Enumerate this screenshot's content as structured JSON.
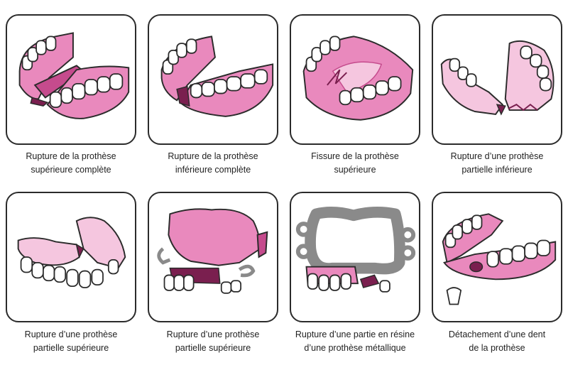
{
  "colors": {
    "gum": "#e989bd",
    "gum_light": "#f5c6df",
    "gum_dark": "#c54b8d",
    "crack": "#7a1f4f",
    "metal": "#8a8a8a",
    "tooth": "#ffffff",
    "outline": "#2b2b2b"
  },
  "panels": [
    {
      "icon": "full-upper-denture-fracture-icon",
      "caption": [
        "Rupture de la prothèse",
        "supérieure complète"
      ]
    },
    {
      "icon": "full-lower-denture-fracture-icon",
      "caption": [
        "Rupture de la prothèse",
        "inférieure complète"
      ]
    },
    {
      "icon": "upper-denture-crack-icon",
      "caption": [
        "Fissure de la prothèse",
        "supérieure"
      ]
    },
    {
      "icon": "partial-lower-denture-fracture-icon",
      "caption": [
        "Rupture d’une prothèse",
        "partielle inférieure"
      ]
    },
    {
      "icon": "partial-upper-denture-fracture-icon",
      "caption": [
        "Rupture d’une prothèse",
        "partielle supérieure"
      ]
    },
    {
      "icon": "partial-upper-denture-palate-fracture-icon",
      "caption": [
        "Rupture d’une prothèse",
        "partielle supérieure"
      ]
    },
    {
      "icon": "metal-denture-resin-fracture-icon",
      "caption": [
        "Rupture d’une partie en résine",
        "d’une prothèse métallique"
      ]
    },
    {
      "icon": "detached-tooth-icon",
      "caption": [
        "Détachement d’une dent",
        "de la prothèse"
      ]
    }
  ]
}
